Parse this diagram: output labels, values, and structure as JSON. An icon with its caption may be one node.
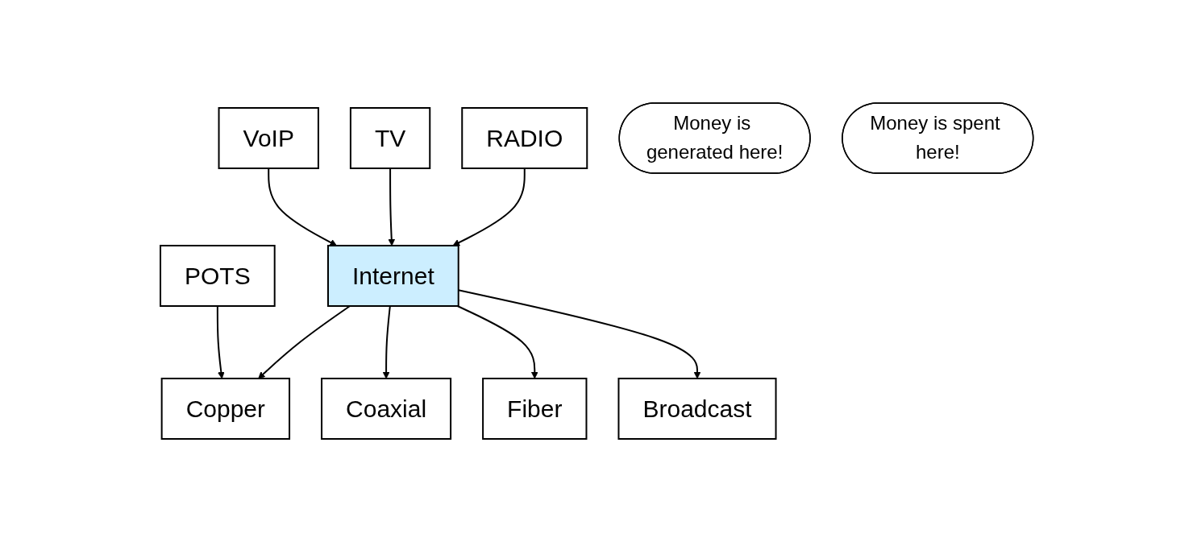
{
  "diagram": {
    "nodes": [
      {
        "text": [
          "POTS"
        ]
      },
      {
        "text": [
          "VoIP"
        ]
      },
      {
        "text": [
          "TV"
        ]
      },
      {
        "text": [
          "RADIO"
        ]
      },
      {
        "text": [
          "Internet"
        ]
      },
      {
        "text": [
          "Copper"
        ]
      },
      {
        "text": [
          "Coaxial"
        ]
      },
      {
        "text": [
          "Fiber"
        ]
      },
      {
        "text": [
          "Broadcast"
        ]
      },
      {
        "text": [
          "Money is generated here!"
        ]
      },
      {
        "text": [
          "Money is spent here!"
        ]
      }
    ],
    "edges": [
      {
        "from": 0,
        "to": 5,
        "arrow": "to"
      },
      {
        "from": 1,
        "to": 4,
        "arrow": "to"
      },
      {
        "from": 2,
        "to": 4,
        "arrow": "to"
      },
      {
        "from": 3,
        "to": 4,
        "arrow": "to"
      },
      {
        "from": 4,
        "to": 5,
        "arrow": "to"
      },
      {
        "from": 4,
        "to": 6,
        "arrow": "to"
      },
      {
        "from": 4,
        "to": 7,
        "arrow": "to"
      },
      {
        "from": 4,
        "to": 8,
        "arrow": "to"
      }
    ]
  }
}
